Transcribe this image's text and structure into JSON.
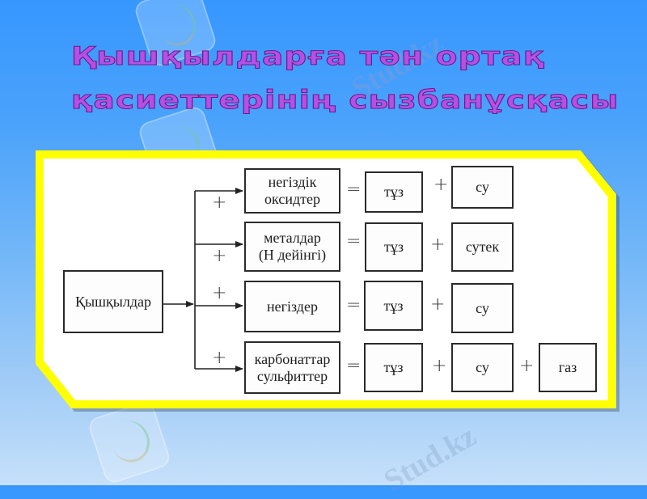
{
  "title": {
    "line1": "Қышқылдарға тән ортақ",
    "line2": "қасиеттерінің сызбанұсқасы",
    "color": "#b64fe6"
  },
  "diagram": {
    "source": {
      "label": "Қышқылдар"
    },
    "connectors": {
      "plus": "+",
      "equals": "="
    },
    "reactions": [
      {
        "reactant": "негіздік\nоксидтер",
        "reactant_lines": [
          "негіздік",
          "оксидтер"
        ],
        "products": [
          "тұз",
          "су"
        ]
      },
      {
        "reactant": "металдар\n(Н дейінгі)",
        "reactant_lines": [
          "металдар",
          "(Н дейінгі)"
        ],
        "products": [
          "тұз",
          "сутек"
        ]
      },
      {
        "reactant": "негіздер",
        "reactant_lines": [
          "негіздер"
        ],
        "products": [
          "тұз",
          "су"
        ]
      },
      {
        "reactant": "карбонаттар\nсульфиттер",
        "reactant_lines": [
          "карбонаттар",
          "сульфиттер"
        ],
        "products": [
          "тұз",
          "су",
          "газ"
        ]
      }
    ]
  },
  "frame": {
    "border_color": "#ffff00",
    "fill_color": "#ffffff"
  },
  "watermark": {
    "text": "Stud.kz"
  }
}
